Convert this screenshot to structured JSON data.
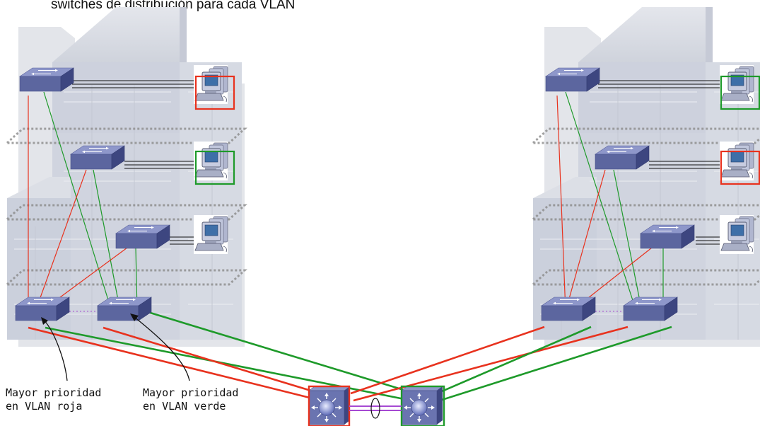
{
  "title": "switches de distribución para cada VLAN",
  "annotations": {
    "left_line1": "Mayor prioridad",
    "left_line2": "en VLAN roja",
    "right_line1": "Mayor prioridad",
    "right_line2": "en VLAN verde"
  },
  "colors": {
    "vlan_red": "#e8321e",
    "vlan_green": "#1e9a2a",
    "switch_top": "#8c95c8",
    "switch_side": "#4a5490",
    "building": "#d2d6e0",
    "floor_dots": "#8f8f8f",
    "link_black": "#111111",
    "etherchannel": "#a64ad2"
  }
}
